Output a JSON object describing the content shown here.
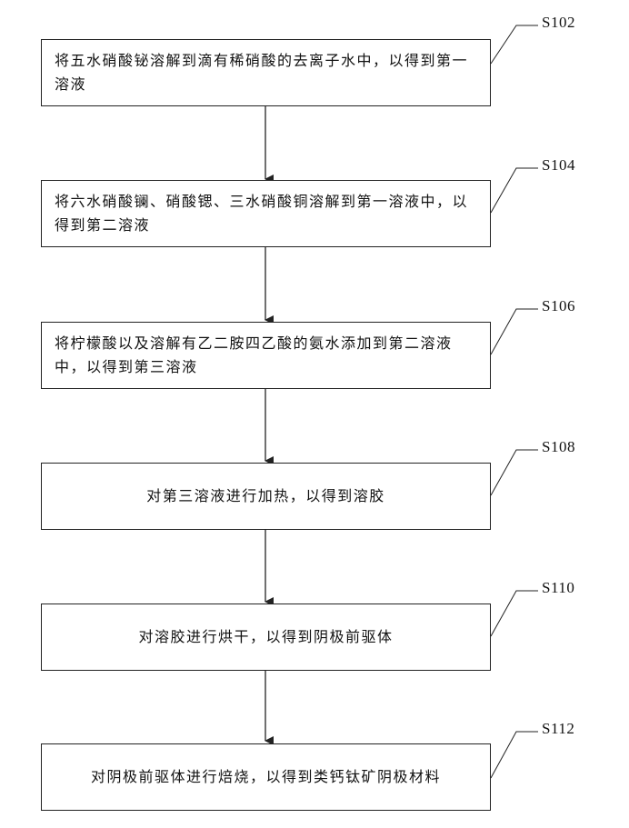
{
  "steps": [
    {
      "label": "S102",
      "text": "将五水硝酸铋溶解到滴有稀硝酸的去离子水中，以得到第一溶液"
    },
    {
      "label": "S104",
      "text": "将六水硝酸镧、硝酸锶、三水硝酸铜溶解到第一溶液中，以得到第二溶液"
    },
    {
      "label": "S106",
      "text": "将柠檬酸以及溶解有乙二胺四乙酸的氨水添加到第二溶液中，以得到第三溶液"
    },
    {
      "label": "S108",
      "text": "对第三溶液进行加热，以得到溶胶"
    },
    {
      "label": "S110",
      "text": "对溶胶进行烘干，以得到阴极前驱体"
    },
    {
      "label": "S112",
      "text": "对阴极前驱体进行焙烧，以得到类钙钛矿阴极材料"
    }
  ]
}
